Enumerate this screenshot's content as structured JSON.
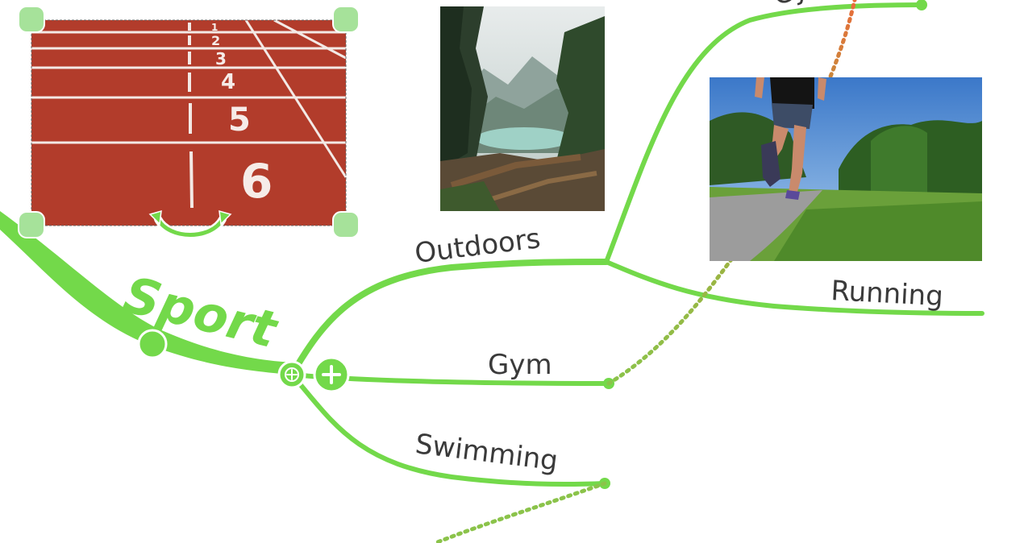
{
  "central_topic": {
    "label": "Sport"
  },
  "branches": [
    {
      "id": "outdoors",
      "label": "Outdoors"
    },
    {
      "id": "gym",
      "label": "Gym"
    },
    {
      "id": "swimming",
      "label": "Swimming"
    },
    {
      "id": "running",
      "label": "Running"
    },
    {
      "id": "cycling",
      "label": "Cycling"
    }
  ],
  "images": [
    {
      "id": "track",
      "name": "running-track-image",
      "lane_numbers": [
        "1",
        "2",
        "3",
        "4",
        "5",
        "6"
      ]
    },
    {
      "id": "mountain",
      "name": "mountain-lake-image"
    },
    {
      "id": "runner",
      "name": "runner-on-path-image"
    }
  ],
  "colors": {
    "branch": "#73d94a",
    "relationship_green": "#8bc34a",
    "relationship_orange": "#e86c3a",
    "handle": "#a6e29a",
    "text": "#3a3a3a"
  },
  "icons": {
    "move_handle": "move-icon",
    "add_button": "plus-icon",
    "rotate_handle": "rotate-arrows-icon"
  }
}
